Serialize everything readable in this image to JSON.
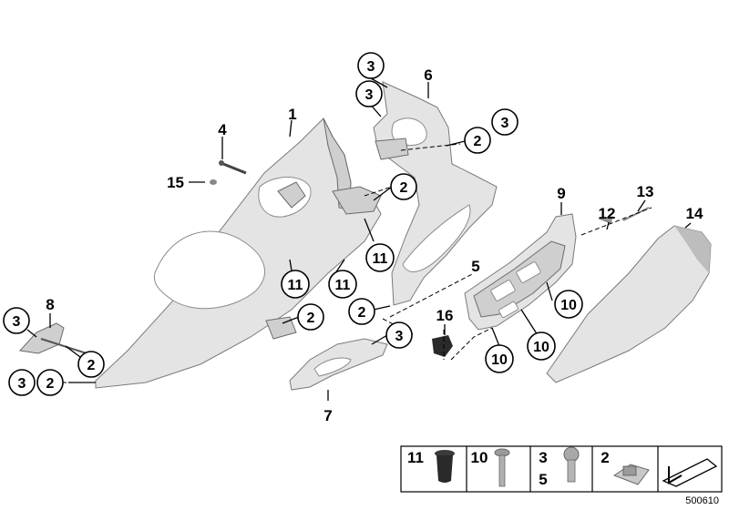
{
  "callouts": {
    "c1": "1",
    "c2": "2",
    "c3": "3",
    "c4": "4",
    "c5": "5",
    "c6": "6",
    "c7": "7",
    "c8": "8",
    "c9": "9",
    "c10": "10",
    "c11": "11",
    "c12": "12",
    "c13": "13",
    "c14": "14",
    "c15": "15",
    "c16": "16"
  },
  "legend": {
    "cell1": "11",
    "cell2": "10",
    "cell3_top": "3",
    "cell3_bottom": "5",
    "cell4": "2"
  },
  "diagram_number": "500610"
}
